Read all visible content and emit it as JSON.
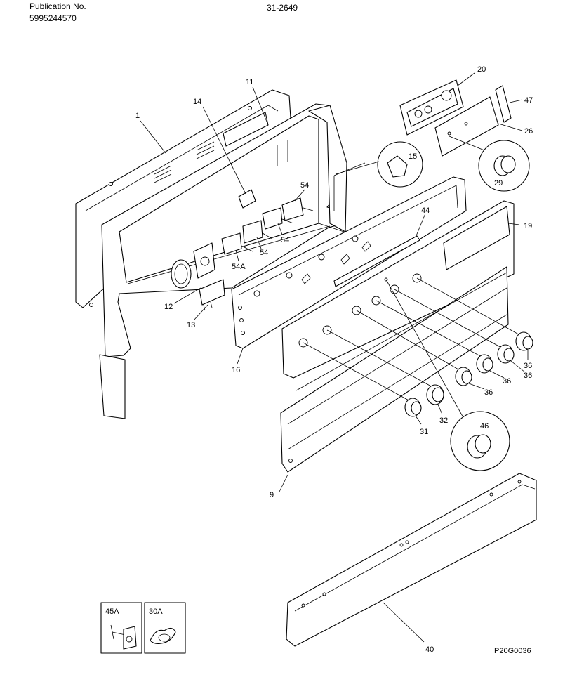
{
  "header": {
    "publication_label": "Publication No.",
    "publication_number": "5995244570",
    "page_code": "31-2649"
  },
  "diagram": {
    "figure_code": "P20G0036",
    "callouts": {
      "c1": "1",
      "c11": "11",
      "c14": "14",
      "c20": "20",
      "c47": "47",
      "c26": "26",
      "c15": "15",
      "c29": "29",
      "c54a": "54",
      "c54b": "54",
      "c54c": "54",
      "c54d": "54A",
      "c44": "44",
      "c19": "19",
      "c12": "12",
      "c13": "13",
      "c16": "16",
      "c36a": "36",
      "c36b": "36",
      "c36c": "36",
      "c36d": "36",
      "c31": "31",
      "c32": "32",
      "c46": "46",
      "c9": "9",
      "c40": "40",
      "c45a": "45A",
      "c30a": "30A"
    }
  }
}
